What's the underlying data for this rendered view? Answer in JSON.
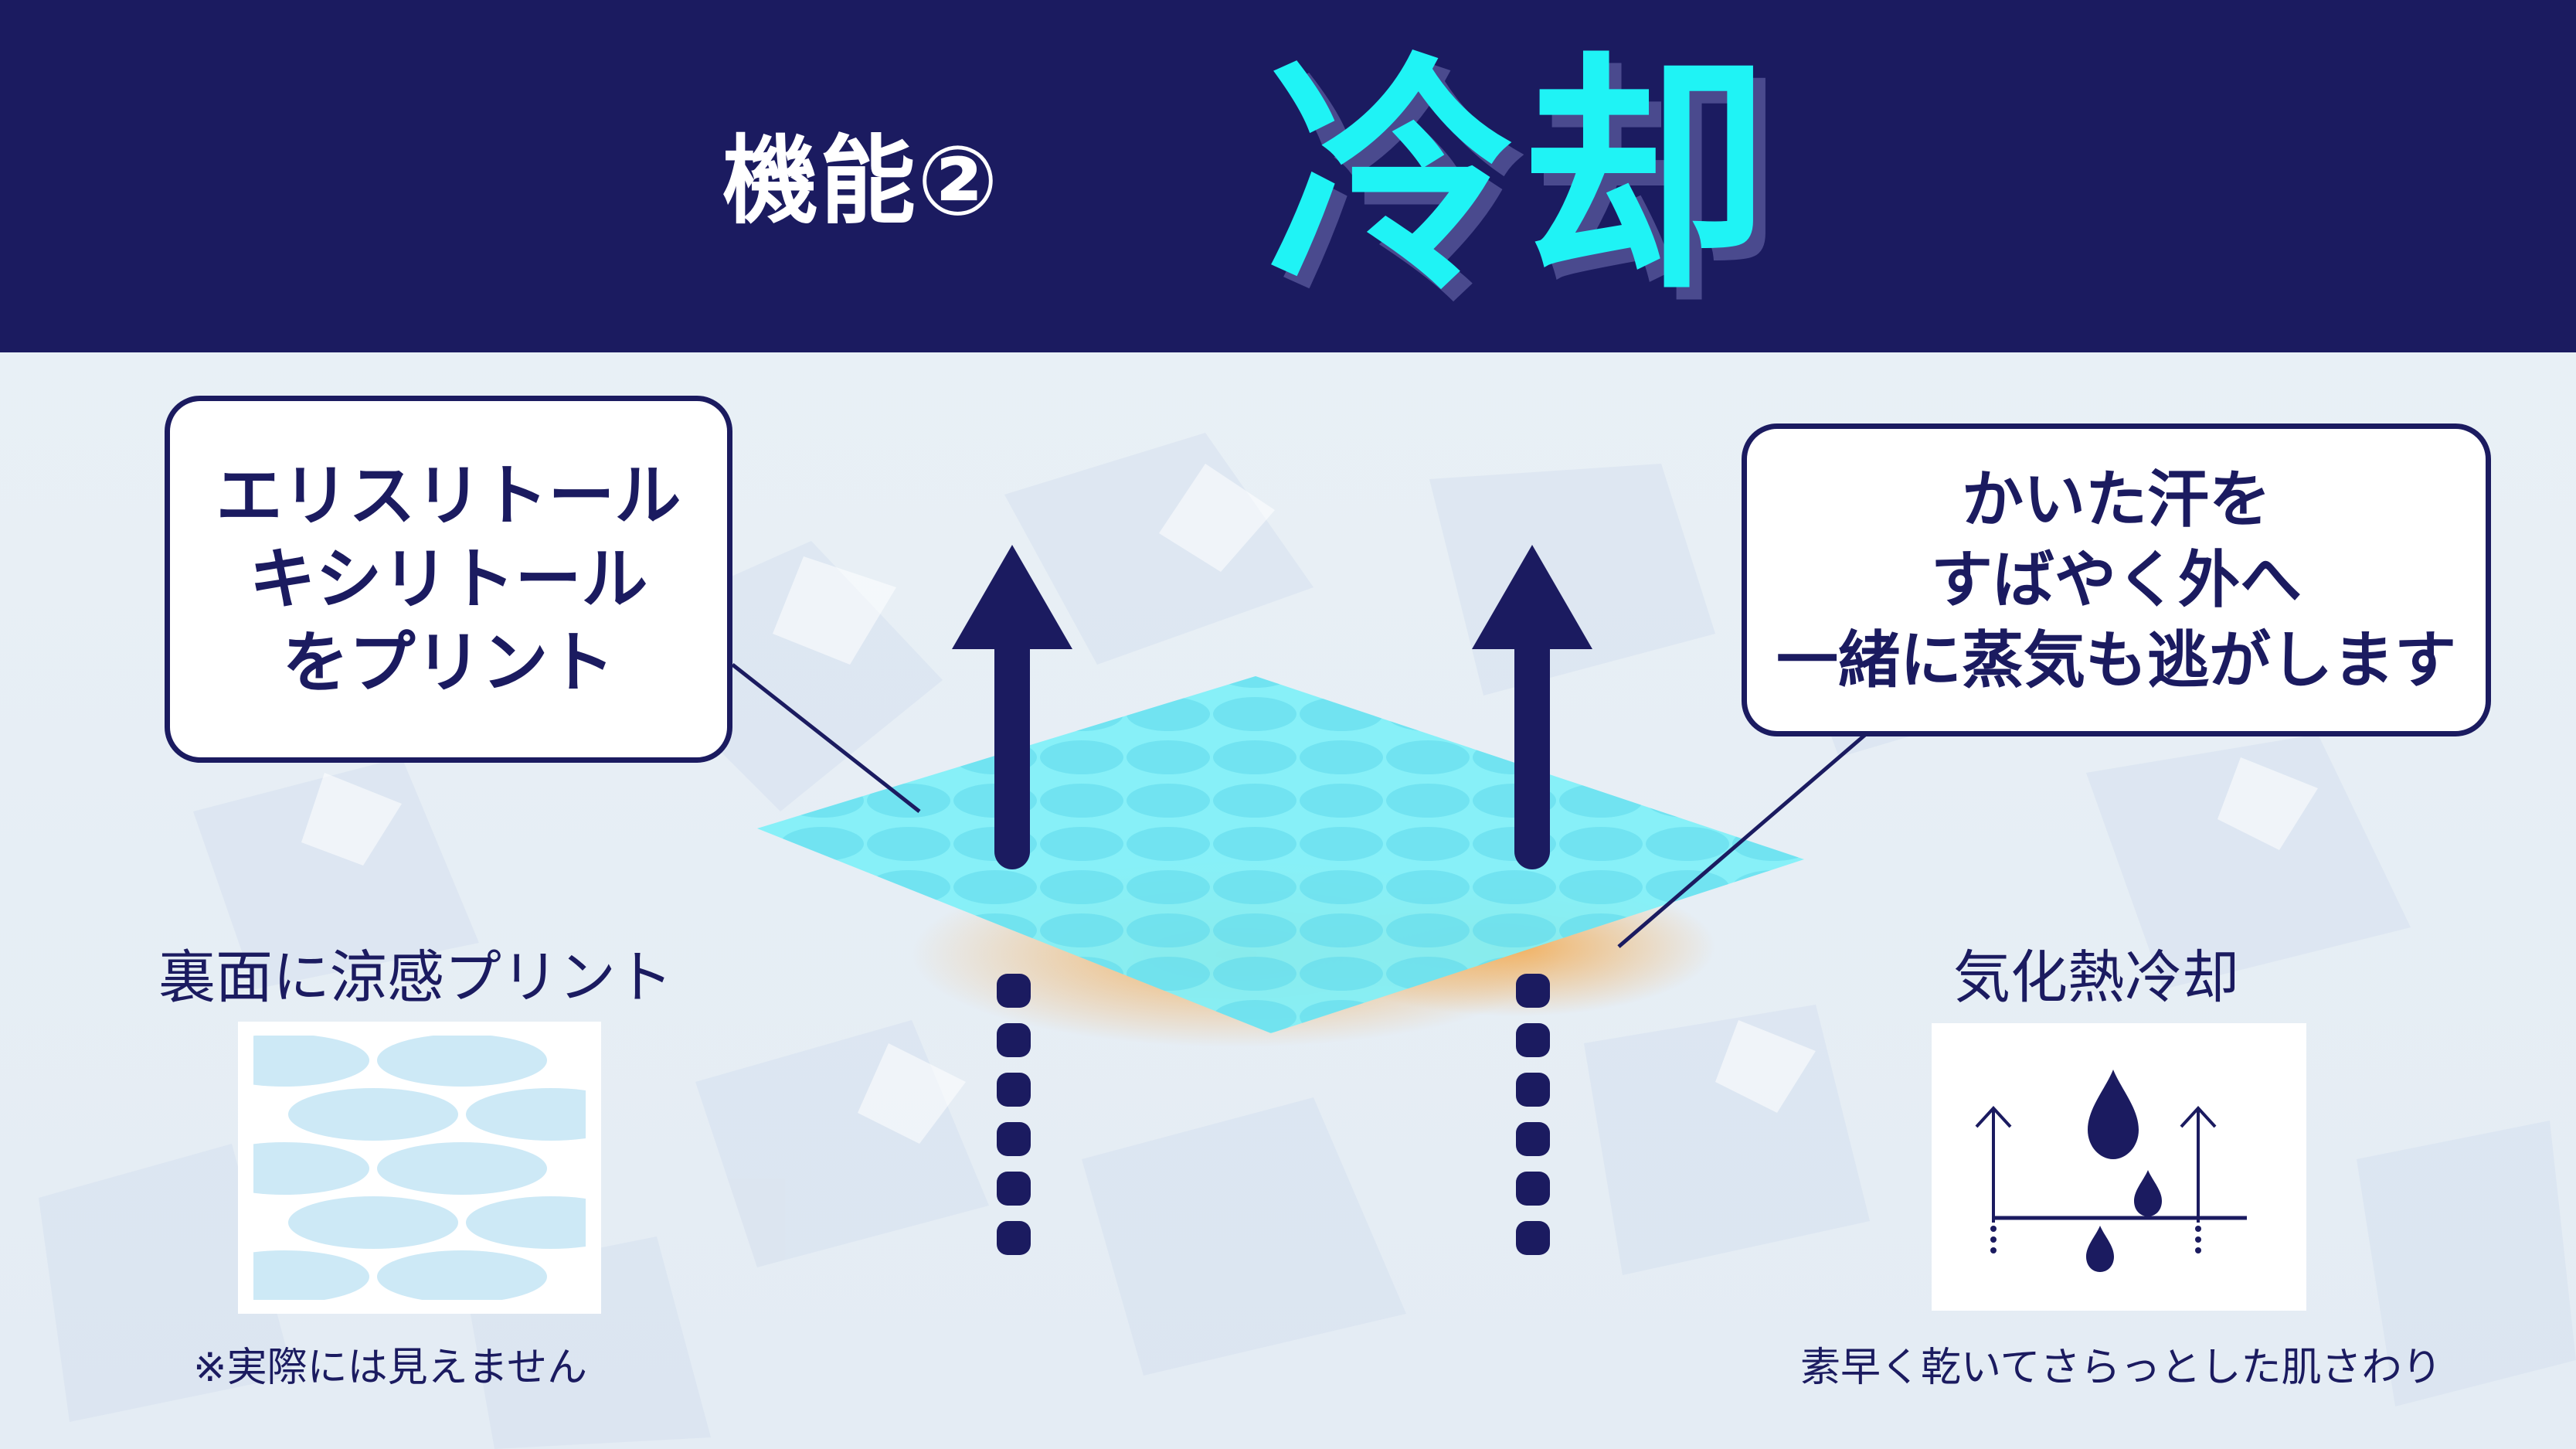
{
  "header": {
    "subtitle": "機能②",
    "title": "冷却"
  },
  "callouts": {
    "left": {
      "lines": [
        "エリスリトール",
        "キシリトール",
        "をプリント"
      ]
    },
    "right": {
      "lines": [
        "かいた汗を",
        "すばやく外へ",
        "一緒に蒸気も逃がします"
      ]
    }
  },
  "left_feature": {
    "label": "裏面に涼感プリント",
    "note": "※実際には見えません"
  },
  "right_feature": {
    "label": "気化熱冷却",
    "note": "素早く乾いてさらっとした肌さわり"
  },
  "colors": {
    "navy": "#1b1b60",
    "cyan": "#1ff3f5",
    "fabric": "#7ff0f7",
    "print_pattern": "#cde9f6",
    "warm_glow": "#f3a84b"
  },
  "icons": [
    "up-arrow-icon",
    "water-drop-icon"
  ]
}
